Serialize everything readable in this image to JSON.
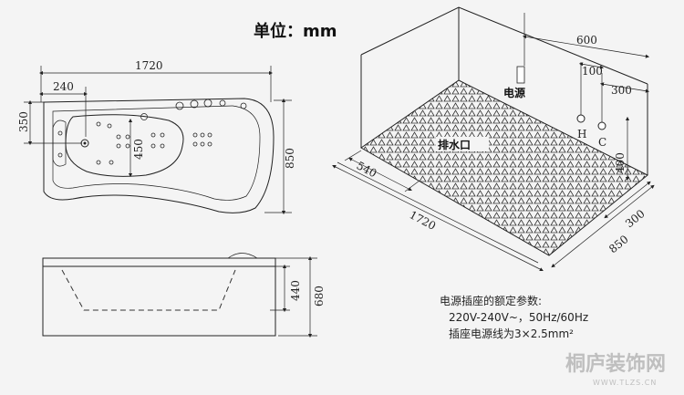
{
  "unit_label": "单位：mm",
  "top_view": {
    "length": "1720",
    "left_offset": "240",
    "headrest_width": "350",
    "basin_width": "450",
    "total_width": "850"
  },
  "side_view": {
    "basin_depth": "440",
    "total_height": "680"
  },
  "room_view": {
    "top_width": "600",
    "outlet_spacing": "100",
    "outlet_offset": "300",
    "outlet_height": "400",
    "left_depth": "540",
    "floor_length": "1720",
    "floor_width": "850",
    "right_offset": "300",
    "power_label": "电源",
    "hot_label": "H",
    "cold_label": "C",
    "drain_label": "排水口"
  },
  "specs": {
    "title": "电源插座的额定参数:",
    "line1": "220V-240V~，50Hz/60Hz",
    "line2": "插座电源线为3×2.5mm²"
  },
  "watermark": {
    "brand": "桐庐装饰网",
    "url": "WWW.TLZS.CN"
  }
}
